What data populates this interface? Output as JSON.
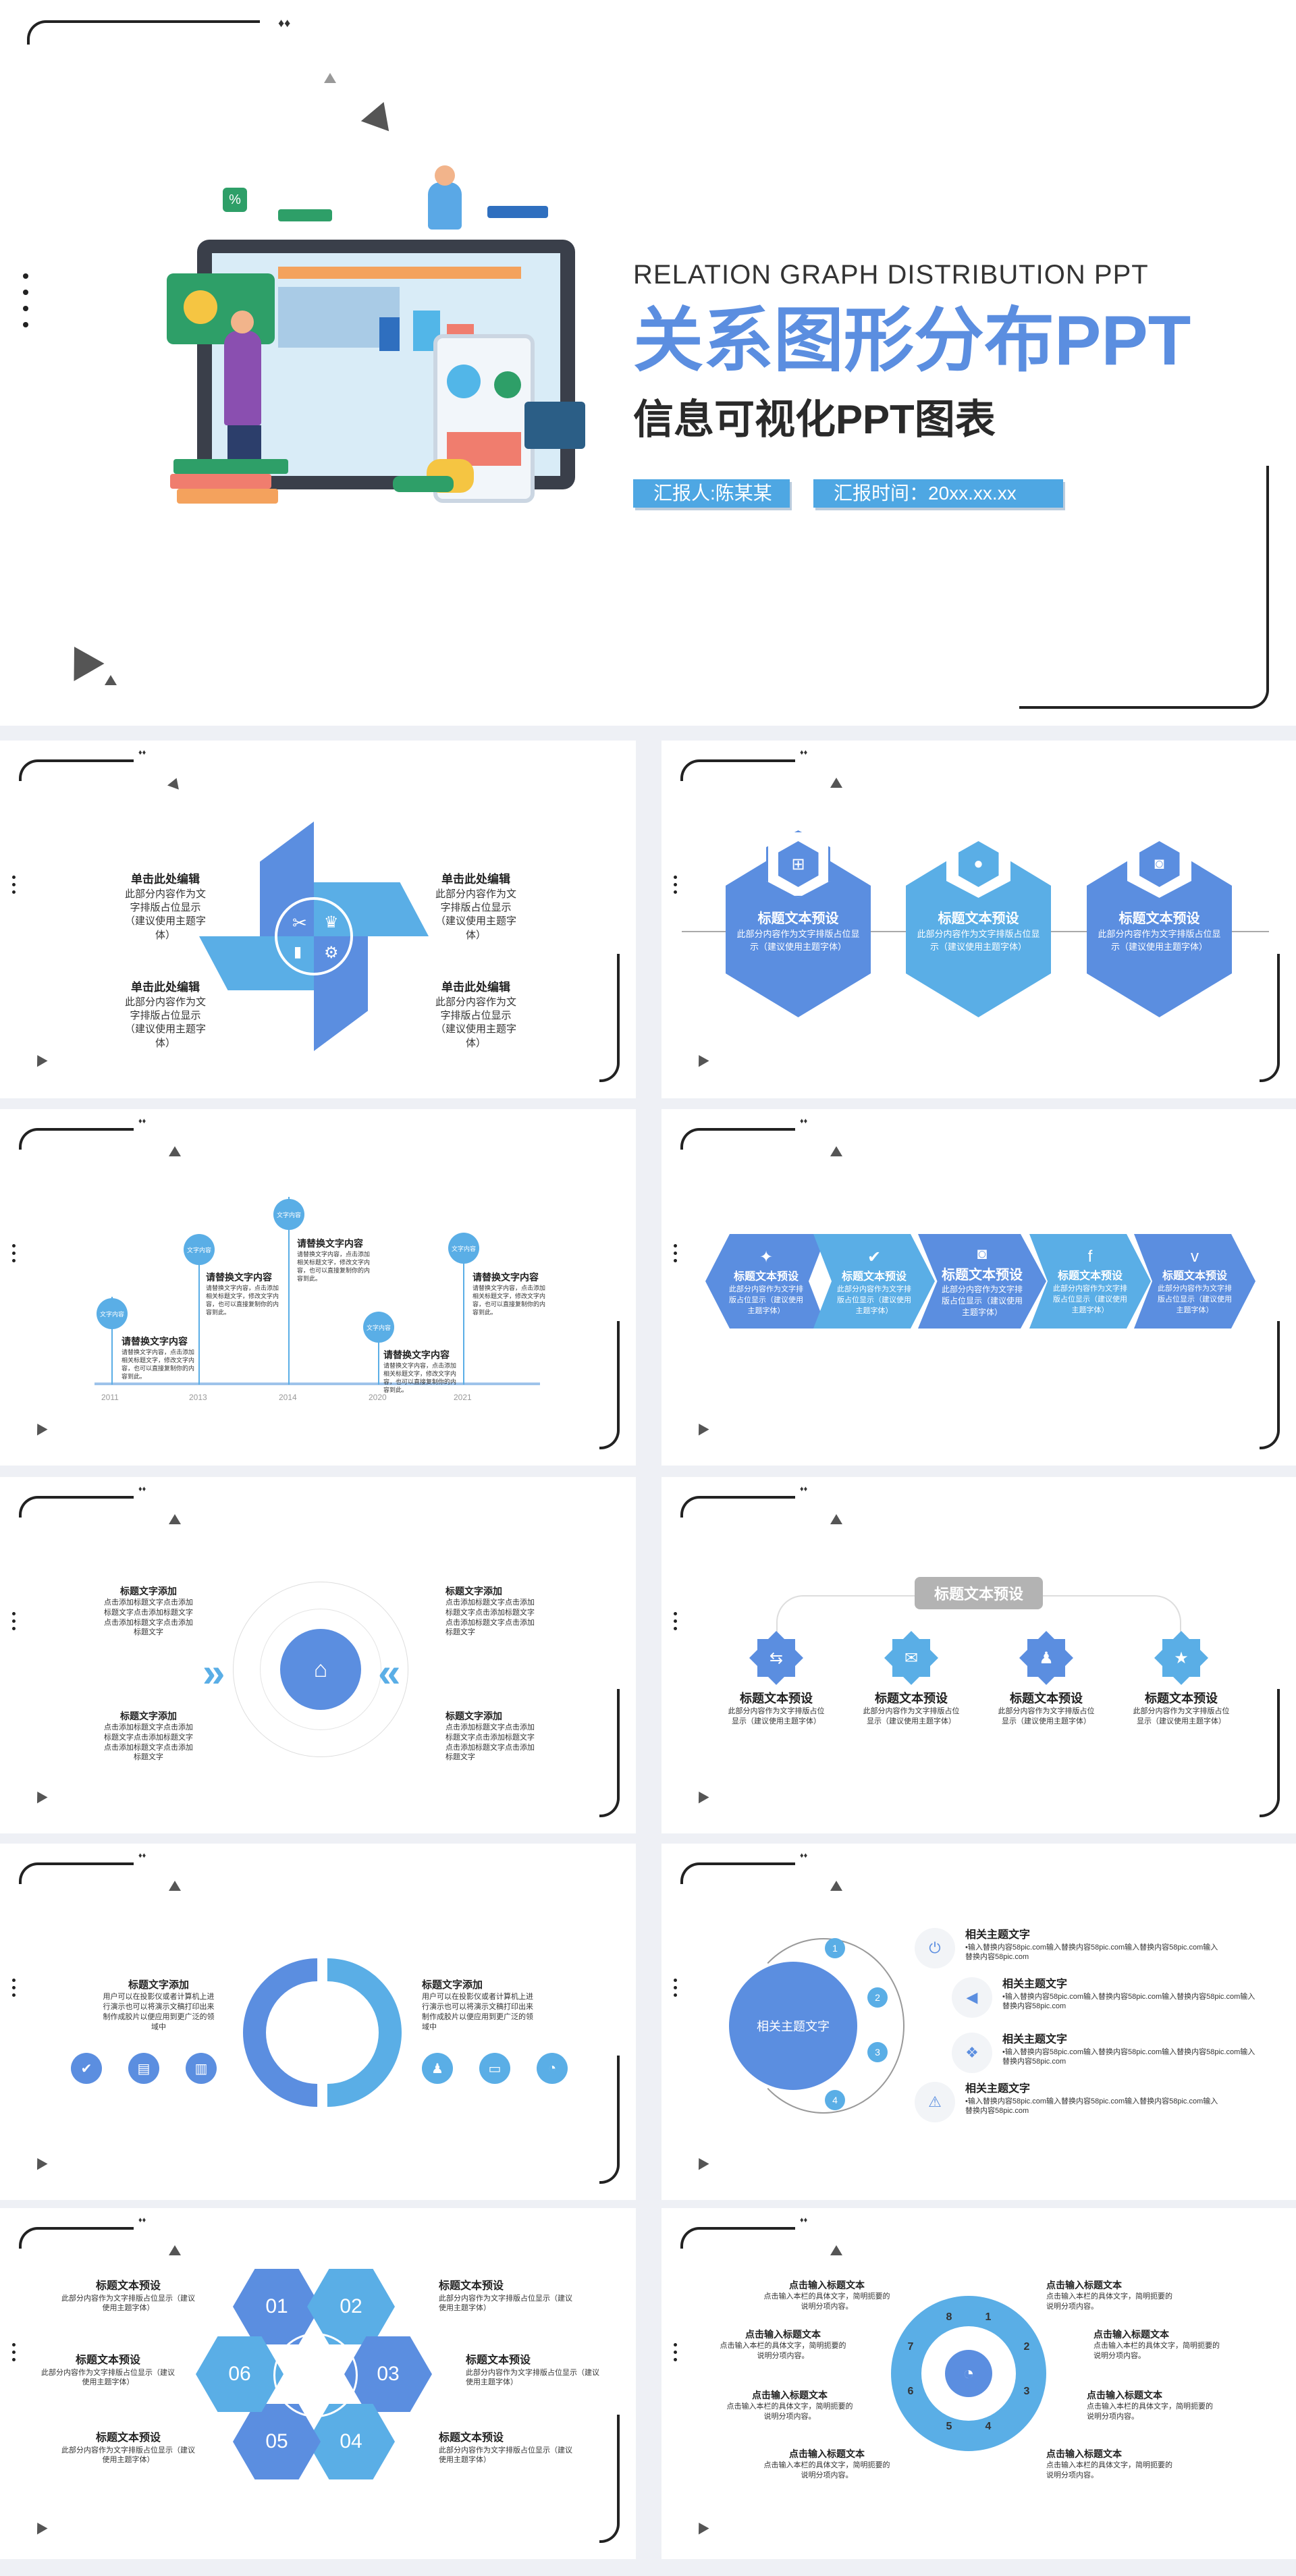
{
  "cover": {
    "subtitle_en": "RELATION GRAPH DISTRIBUTION PPT",
    "title": "关系图形分布PPT",
    "subtitle": "信息可视化PPT图表",
    "reporter": "汇报人:陈某某",
    "time": "汇报时间：20xx.xx.xx"
  },
  "s1": {
    "items": [
      {
        "title": "单击此处编辑",
        "desc": "此部分内容作为文字排版占位显示（建议使用主题字体）"
      },
      {
        "title": "单击此处编辑",
        "desc": "此部分内容作为文字排版占位显示（建议使用主题字体）"
      },
      {
        "title": "单击此处编辑",
        "desc": "此部分内容作为文字排版占位显示（建议使用主题字体）"
      },
      {
        "title": "单击此处编辑",
        "desc": "此部分内容作为文字排版占位显示（建议使用主题字体）"
      }
    ]
  },
  "s2": {
    "items": [
      {
        "title": "标题文本预设",
        "desc": "此部分内容作为文字排版占位显示（建议使用主题字体）"
      },
      {
        "title": "标题文本预设",
        "desc": "此部分内容作为文字排版占位显示（建议使用主题字体）"
      },
      {
        "title": "标题文本预设",
        "desc": "此部分内容作为文字排版占位显示（建议使用主题字体）"
      }
    ]
  },
  "s3": {
    "pin_label": "文字内容",
    "title": "请替换文字内容",
    "desc": "请替换文字内容，点击添加相关标题文字，修改文字内容，也可以直接复制你的内容到此。",
    "years": [
      "2011",
      "2013",
      "2014",
      "2020",
      "2021"
    ]
  },
  "s4": {
    "items": [
      {
        "title": "标题文本预设",
        "desc": "此部分内容作为文字排版占位显示（建议使用主题字体）"
      },
      {
        "title": "标题文本预设",
        "desc": "此部分内容作为文字排版占位显示（建议使用主题字体）"
      },
      {
        "title": "标题文本预设",
        "desc": "此部分内容作为文字排版占位显示（建议使用主题字体）"
      },
      {
        "title": "标题文本预设",
        "desc": "此部分内容作为文字排版占位显示（建议使用主题字体）"
      },
      {
        "title": "标题文本预设",
        "desc": "此部分内容作为文字排版占位显示（建议使用主题字体）"
      }
    ]
  },
  "s5": {
    "title": "标题文字添加",
    "desc": "点击添加标题文字点击添加标题文字点击添加标题文字点击添加标题文字点击添加标题文字"
  },
  "s6": {
    "top": "标题文本预设",
    "items": [
      {
        "title": "标题文本预设",
        "desc": "此部分内容作为文字排版占位显示（建议使用主题字体）"
      },
      {
        "title": "标题文本预设",
        "desc": "此部分内容作为文字排版占位显示（建议使用主题字体）"
      },
      {
        "title": "标题文本预设",
        "desc": "此部分内容作为文字排版占位显示（建议使用主题字体）"
      },
      {
        "title": "标题文本预设",
        "desc": "此部分内容作为文字排版占位显示（建议使用主题字体）"
      }
    ]
  },
  "s7": {
    "title": "标题文字添加",
    "desc": "用户可以在投影仪或者计算机上进行演示也可以将演示文稿打印出来制作成胶片以便应用到更广泛的领域中"
  },
  "s8": {
    "center": "相关主题文字",
    "nums": [
      "1",
      "2",
      "3",
      "4"
    ],
    "title": "相关主题文字",
    "desc": "•输入替换内容58pic.com输入替换内容58pic.com输入替换内容58pic.com输入替换内容58pic.com"
  },
  "s9": {
    "nums": [
      "01",
      "02",
      "03",
      "04",
      "05",
      "06"
    ],
    "title": "标题文本预设",
    "desc": "此部分内容作为文字排版占位显示（建议使用主题字体）"
  },
  "s10": {
    "nums": [
      "1",
      "2",
      "3",
      "4",
      "5",
      "6",
      "7",
      "8"
    ],
    "title": "点击输入标题文本",
    "desc": "点击输入本栏的具体文字，简明扼要的说明分项内容。"
  },
  "colors": {
    "primary": "#5b8ee0",
    "light": "#5aaee6"
  }
}
